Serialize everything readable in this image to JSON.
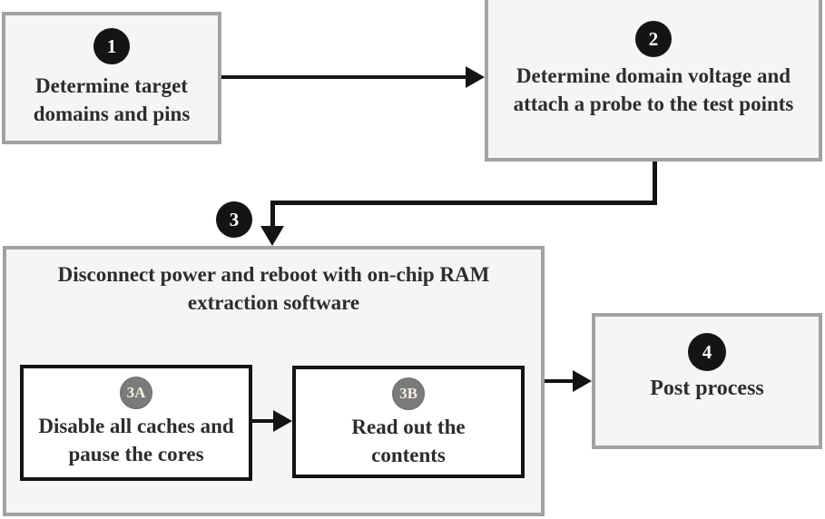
{
  "diagram": {
    "type": "flowchart",
    "nodes": {
      "step1": {
        "badge": "1",
        "label": "Determine target domains and pins"
      },
      "step2": {
        "badge": "2",
        "label": "Determine domain voltage and attach a probe to the test points"
      },
      "step3": {
        "badge": "3",
        "label": "Disconnect power and reboot with on-chip RAM extraction software"
      },
      "step3a": {
        "badge": "3A",
        "label": "Disable all caches and pause the cores"
      },
      "step3b": {
        "badge": "3B",
        "label": "Read out the contents"
      },
      "step4": {
        "badge": "4",
        "label": "Post process"
      }
    },
    "edges": [
      {
        "from": "step1",
        "to": "step2",
        "style": "straight-right"
      },
      {
        "from": "step2",
        "to": "step3",
        "style": "elbow-down-left-down"
      },
      {
        "from": "step3a",
        "to": "step3b",
        "style": "straight-right"
      },
      {
        "from": "step3",
        "to": "step4",
        "style": "straight-right"
      }
    ],
    "colors": {
      "outer_box_fill": "#f5f5f4",
      "outer_box_border": "#a2a2a2",
      "inner_box_fill": "#ffffff",
      "inner_box_border": "#141414",
      "badge_black": "#141414",
      "badge_gray": "#7b7b7b",
      "arrow": "#141414",
      "text": "#2d2d2d",
      "page_background": "#ffffff"
    }
  }
}
